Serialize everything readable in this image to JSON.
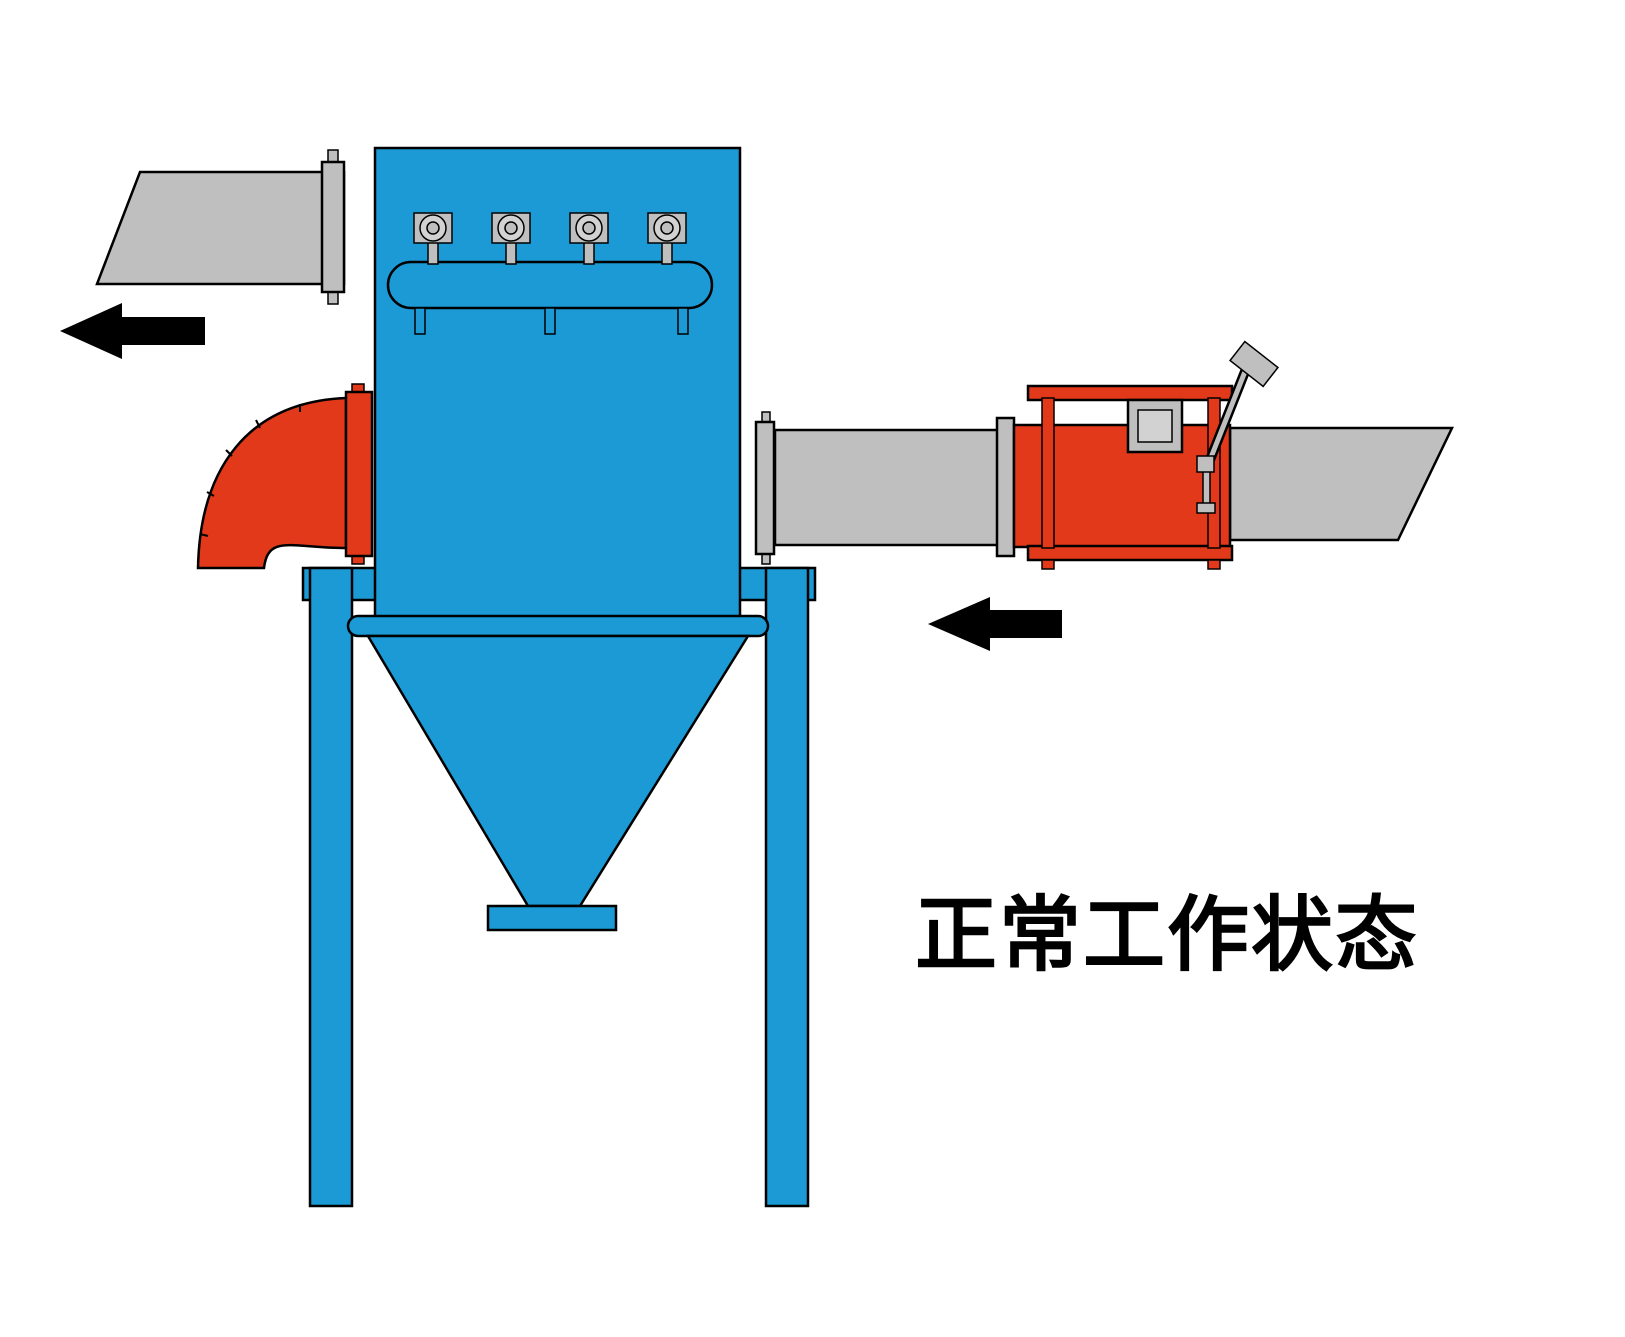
{
  "title": {
    "text": "正常工作状态"
  },
  "colors": {
    "background": "#FFFFFF",
    "blue": "#1B9AD6",
    "red": "#E2391B",
    "gray": "#BFBFBF",
    "gray_light": "#D2D2D2",
    "black": "#000000"
  },
  "components": {
    "housing": "bag-filter-housing",
    "hopper": "dust-hopper",
    "manifold": "pulse-air-manifold",
    "pulse_valves": "pulse-valves",
    "outlet_duct": "clean-air-outlet-duct",
    "inlet_duct": "dusty-air-inlet-duct",
    "elbow": "recirculation-elbow-duct",
    "valve": "inlet-shutoff-valve",
    "lever": "valve-lever-handle",
    "legs": "support-legs"
  },
  "arrows": [
    {
      "name": "clean-air-outflow-arrow",
      "direction": "left"
    },
    {
      "name": "dusty-air-inflow-arrow",
      "direction": "left"
    }
  ]
}
